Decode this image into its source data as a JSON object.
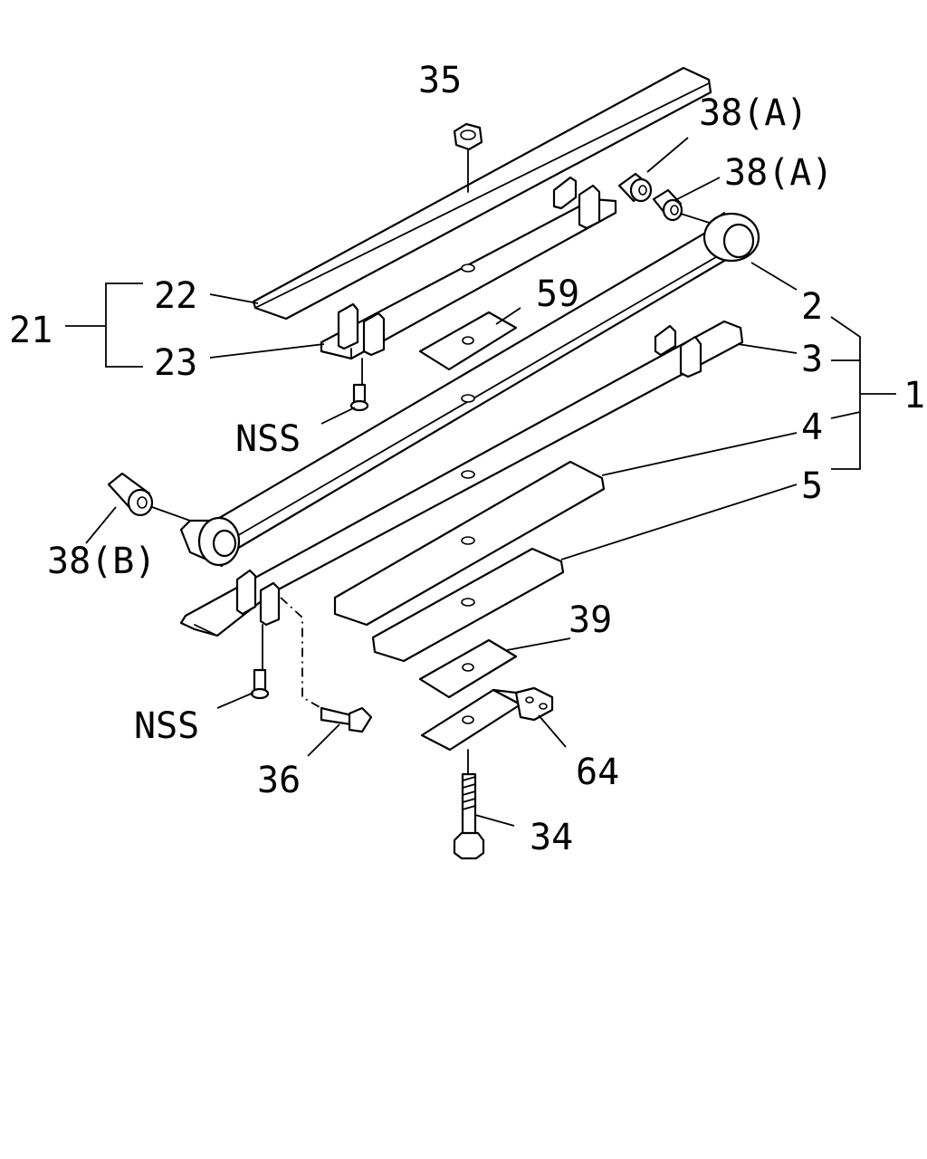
{
  "labels": {
    "p35": "35",
    "p38a_1": "38(A)",
    "p38a_2": "38(A)",
    "p22": "22",
    "p21": "21",
    "p23": "23",
    "p59": "59",
    "p2": "2",
    "p3": "3",
    "p1": "1",
    "p4": "4",
    "p5": "5",
    "nss_1": "NSS",
    "p38b": "38(B)",
    "p39": "39",
    "nss_2": "NSS",
    "p36": "36",
    "p64": "64",
    "p34": "34"
  }
}
